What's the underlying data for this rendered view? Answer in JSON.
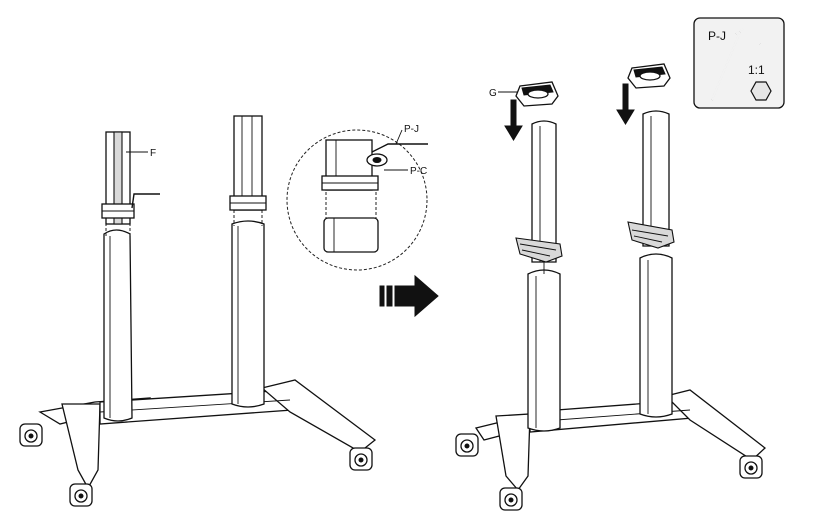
{
  "labels": {
    "f": "F",
    "pj_detail": "P-J",
    "pc_detail": "P-C",
    "g": "G",
    "pj_tool": "P-J",
    "scale": "1:1"
  },
  "icons": [
    "hex-key-icon",
    "hex-nut-icon",
    "arrow-right-icon",
    "arrow-down-icon",
    "caster-wheel-icon"
  ]
}
